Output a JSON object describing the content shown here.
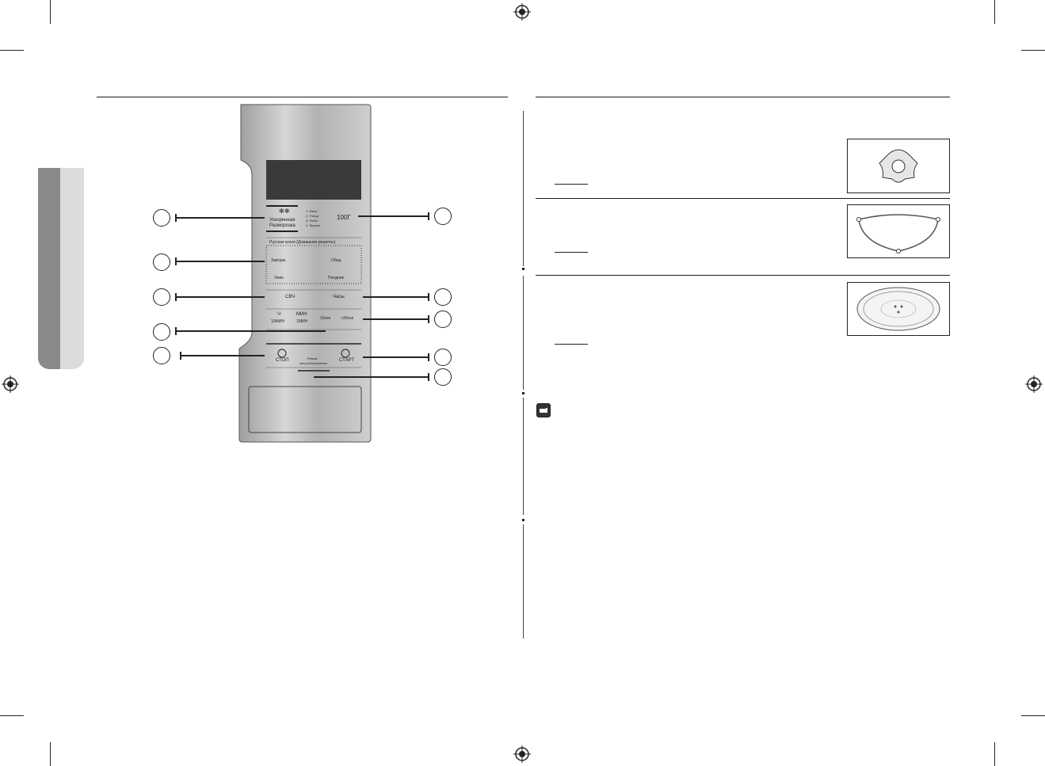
{
  "control_panel": {
    "quick_defrost": {
      "line1": "Ускоренная",
      "line2": "Разморозка"
    },
    "defrost_list": [
      "1. Мясо",
      "2. Птица",
      "3. Рыба",
      "4. Фрукты"
    ],
    "weight_button": "100Г",
    "russian_cuisine_title": "Русская кухня (Домашние рецепты)",
    "recipes": [
      "Завтрак",
      "Обед",
      "Ужин",
      "Полдник"
    ],
    "microwave_button": "СВЧ",
    "clock_button": "Часы",
    "hour_label": "Ч",
    "hour_sub": "10МИН",
    "min_label": "МИН",
    "min_sub": "1МИН",
    "ten_sec": "10сек",
    "plus_30_sec": "+30сек",
    "stop_button": "СТОП",
    "eco_line1": "Режим",
    "eco_line2": "энергосбережения",
    "start_button": "СТАРТ"
  },
  "accessories": {
    "coupler_icon": "roller-coupler-image",
    "ring_icon": "roller-ring-image",
    "tray_icon": "turntable-tray-image"
  },
  "note_icon": "note-hand-icon",
  "colors": {
    "tab_dark": "#8a8a8a",
    "tab_light": "#dcdcdc",
    "panel_steel": "#bdbdbd"
  }
}
